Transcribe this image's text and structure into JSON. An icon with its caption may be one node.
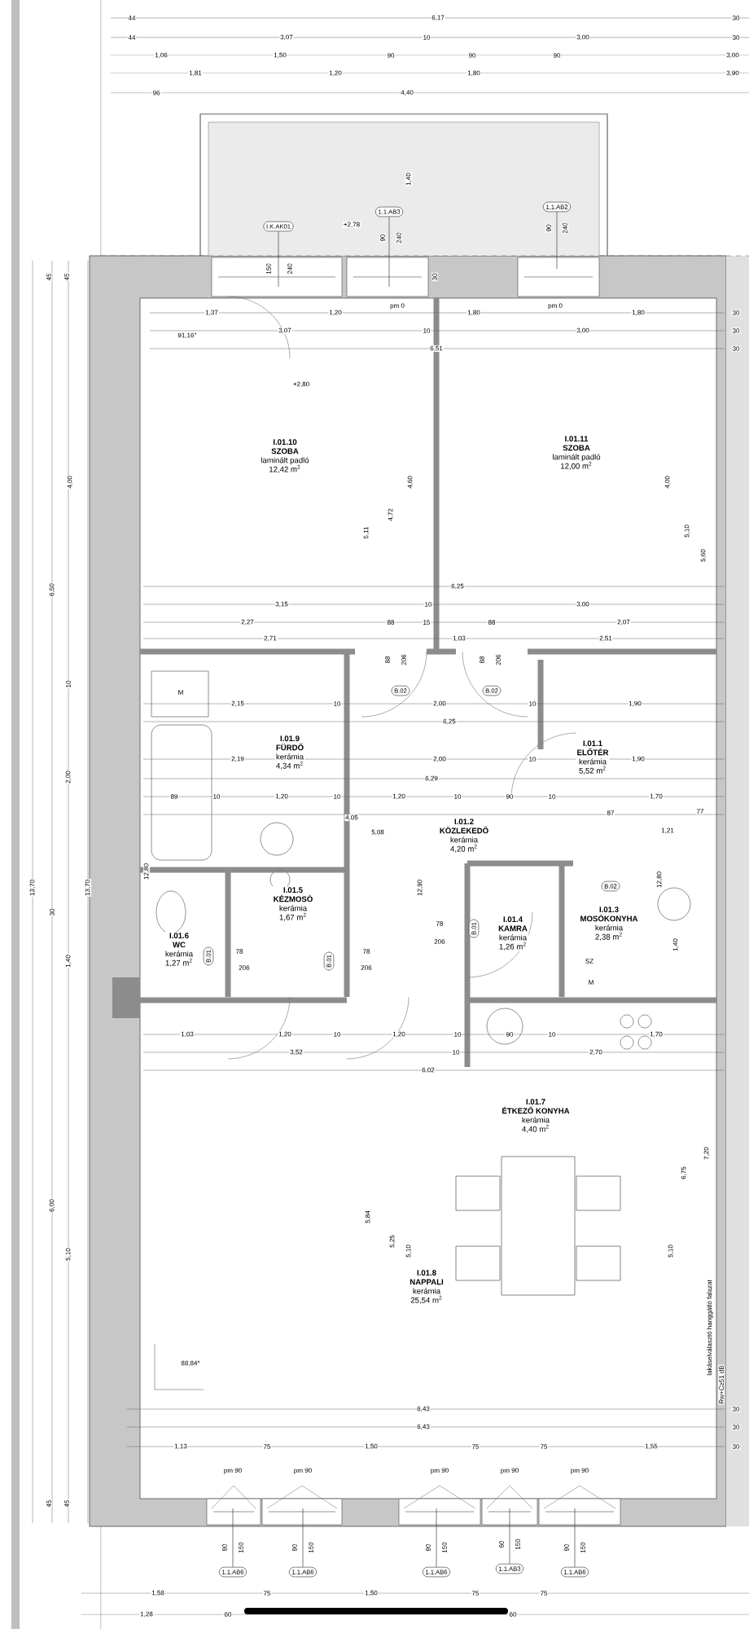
{
  "diagram": {
    "nodes": [
      {
        "text": [
          "I.K.AK01"
        ]
      },
      {
        "text": [
          "1.1.AB3"
        ]
      },
      {
        "text": [
          "1.1.AB2"
        ]
      },
      {
        "text": [
          "I.01.10",
          "SZOBA",
          "laminált padló",
          "12,42 m$^{2}$"
        ]
      },
      {
        "text": [
          "I.01.11",
          "SZOBA",
          "laminált padló",
          "12,00 m$^{2}$"
        ]
      },
      {
        "text": [
          "B.02"
        ]
      },
      {
        "text": [
          "B.02"
        ]
      },
      {
        "text": [
          "I.01.9",
          "FÜRDŐ",
          "kerámia",
          "4,34 m$^{2}$"
        ]
      },
      {
        "text": [
          "I.01.1",
          "ELŐTÉR",
          "kerámia",
          "5,52 m$^{2}$"
        ]
      },
      {
        "text": [
          "I.01.2",
          "KÖZLEKEDŐ",
          "kerámia",
          "4,20 m$^{2}$"
        ]
      },
      {
        "text": [
          "B.02"
        ]
      },
      {
        "text": [
          "I.01.5",
          "KÉZMOSÓ",
          "kerámia",
          "1,67 m$^{2}$"
        ]
      },
      {
        "text": [
          "I.01.4",
          "KAMRA",
          "kerámia",
          "1,26 m$^{2}$"
        ]
      },
      {
        "text": [
          "I.01.3",
          "MOSÓKONYHA",
          "kerámia",
          "2,38 m$^{2}$"
        ]
      },
      {
        "text": [
          "B.01"
        ]
      },
      {
        "text": [
          "I.01.6",
          "WC",
          "kerámia",
          "1,27 m$^{2}$"
        ]
      },
      {
        "text": [
          "B.01"
        ]
      },
      {
        "text": [
          "B.01"
        ]
      },
      {
        "text": [
          "I.01.7",
          "ÉTKEZŐ KONYHA",
          "kerámia",
          "4,40 m$^{2}$"
        ]
      },
      {
        "text": [
          "I.01.8",
          "NAPPALI",
          "kerámia",
          "25,54 m$^{2}$"
        ]
      },
      {
        "text": [
          "1.1.AB6"
        ]
      },
      {
        "text": [
          "1.1.AB6"
        ]
      },
      {
        "text": [
          "1.1.AB6"
        ]
      },
      {
        "text": [
          "1.1.AB3"
        ]
      },
      {
        "text": [
          "1.1.AB6"
        ]
      }
    ],
    "edges": [
      {
        "from": 0,
        "to": null,
        "arrow": "none"
      },
      {
        "from": 1,
        "to": null,
        "arrow": "none"
      },
      {
        "from": 2,
        "to": null,
        "arrow": "none"
      },
      {
        "from": 20,
        "to": null,
        "arrow": "none"
      },
      {
        "from": 21,
        "to": null,
        "arrow": "none"
      },
      {
        "from": 22,
        "to": null,
        "arrow": "none"
      },
      {
        "from": 23,
        "to": null,
        "arrow": "none"
      },
      {
        "from": 24,
        "to": null,
        "arrow": "none"
      }
    ],
    "labels": [
      "44",
      "6,17",
      "30",
      "44",
      "3,07",
      "10",
      "3,00",
      "30",
      "1,06",
      "1,50",
      "90",
      "90",
      "90",
      "3,00",
      "1,81",
      "1,20",
      "1,80",
      "3,90",
      "96",
      "4,40",
      "1,40",
      "+2,78",
      "90",
      "240",
      "90",
      "240",
      "45",
      "45",
      "150",
      "240",
      "30",
      "1,37",
      "1,20",
      "pm 0",
      "1,80",
      "pm 0",
      "1,80",
      "30",
      "91,16°",
      "3,07",
      "10",
      "3,00",
      "30",
      "6,51",
      "30",
      "+2,80",
      "4,00",
      "6,50",
      "5,11",
      "4,72",
      "4,60",
      "4,00",
      "5,10",
      "5,60",
      "6,25",
      "3,15",
      "10",
      "3,00",
      "2,27",
      "88",
      "15",
      "88",
      "2,07",
      "2,71",
      "1,03",
      "2,51",
      "88",
      "206",
      "88",
      "206",
      "M",
      "2,15",
      "10",
      "2,00",
      "10",
      "1,90",
      "6,25",
      "2,19",
      "2,00",
      "10",
      "1,90",
      "6,29",
      "89",
      "10",
      "1,20",
      "10",
      "1,20",
      "10",
      "90",
      "10",
      "1,70",
      "4,05",
      "87",
      "77",
      "5,08",
      "1,21",
      "10",
      "2,00",
      "13,70",
      "13,70",
      "30",
      "1,40",
      "12,80",
      "12,90",
      "12,80",
      "78",
      "206",
      "78",
      "206",
      "78",
      "206",
      "1,40",
      "SZ",
      "M",
      "1,03",
      "1,20",
      "10",
      "1,20",
      "10",
      "90",
      "10",
      "1,70",
      "3,52",
      "10",
      "2,70",
      "6,02",
      "6,00",
      "5,10",
      "5,84",
      "5,25",
      "5,10",
      "6,75",
      "7,20",
      "5,10",
      "88,84°",
      "lakáselválasztó hanggátló falazat",
      "Rw+C≥51 dB",
      "6,43",
      "30",
      "6,43",
      "30",
      "1,13",
      "75",
      "1,50",
      "75",
      "75",
      "1,55",
      "30",
      "pm 90",
      "pm 90",
      "pm 90",
      "pm 90",
      "pm 90",
      "90",
      "150",
      "90",
      "150",
      "90",
      "150",
      "60",
      "150",
      "90",
      "150",
      "45",
      "45",
      "1,58",
      "75",
      "1,50",
      "75",
      "75",
      "1,28",
      "60",
      "60"
    ]
  }
}
